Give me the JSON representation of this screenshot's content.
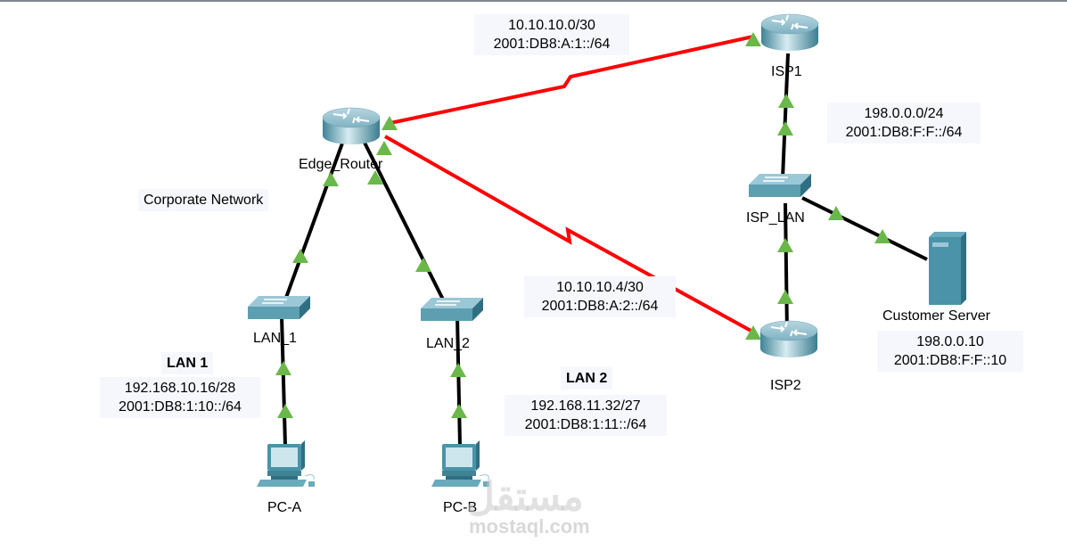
{
  "colors": {
    "serial_link": "#ff0000",
    "ethernet_link": "#000000",
    "link_up": "#6ab74a",
    "device_body": "#5a9fb1",
    "note_bg": "#f5f7fd"
  },
  "devices": {
    "edge_router": {
      "label": "Edge_Router",
      "type": "router-icon"
    },
    "isp1": {
      "label": "ISP1",
      "type": "router-icon"
    },
    "isp2": {
      "label": "ISP2",
      "type": "router-icon"
    },
    "isp_lan": {
      "label": "ISP_LAN",
      "type": "switch-icon"
    },
    "lan_1": {
      "label": "LAN_1",
      "type": "switch-icon"
    },
    "lan_2": {
      "label": "LAN_2",
      "type": "switch-icon"
    },
    "pc_a": {
      "label": "PC-A",
      "type": "pc-icon"
    },
    "pc_b": {
      "label": "PC-B",
      "type": "pc-icon"
    },
    "customer_server": {
      "label": "Customer Server",
      "type": "server-icon"
    }
  },
  "notes": {
    "link_isp1": {
      "ipv4": "10.10.10.0/30",
      "ipv6": "2001:DB8:A:1::/64"
    },
    "link_isp2": {
      "ipv4": "10.10.10.4/30",
      "ipv6": "2001:DB8:A:2::/64"
    },
    "isp_lan": {
      "ipv4": "198.0.0.0/24",
      "ipv6": "2001:DB8:F:F::/64"
    },
    "customer_server": {
      "ipv4": "198.0.0.10",
      "ipv6": "2001:DB8:F:F::10"
    },
    "corporate": {
      "text": "Corporate Network"
    },
    "lan1": {
      "title": "LAN 1",
      "ipv4": "192.168.10.16/28",
      "ipv6": "2001:DB8:1:10::/64"
    },
    "lan2": {
      "title": "LAN 2",
      "ipv4": "192.168.11.32/27",
      "ipv6": "2001:DB8:1:11::/64"
    }
  },
  "links": [
    {
      "from": "edge_router",
      "to": "isp1",
      "kind": "serial",
      "status": "up"
    },
    {
      "from": "edge_router",
      "to": "isp2",
      "kind": "serial",
      "status": "up"
    },
    {
      "from": "edge_router",
      "to": "lan_1",
      "kind": "ethernet",
      "status": "up"
    },
    {
      "from": "edge_router",
      "to": "lan_2",
      "kind": "ethernet",
      "status": "up"
    },
    {
      "from": "lan_1",
      "to": "pc_a",
      "kind": "ethernet",
      "status": "up"
    },
    {
      "from": "lan_2",
      "to": "pc_b",
      "kind": "ethernet",
      "status": "up"
    },
    {
      "from": "isp1",
      "to": "isp_lan",
      "kind": "ethernet",
      "status": "up"
    },
    {
      "from": "isp2",
      "to": "isp_lan",
      "kind": "ethernet",
      "status": "up"
    },
    {
      "from": "isp_lan",
      "to": "customer_server",
      "kind": "ethernet",
      "status": "up"
    }
  ],
  "watermark": {
    "arabic": "مستقل",
    "latin": "mostaql.com"
  }
}
